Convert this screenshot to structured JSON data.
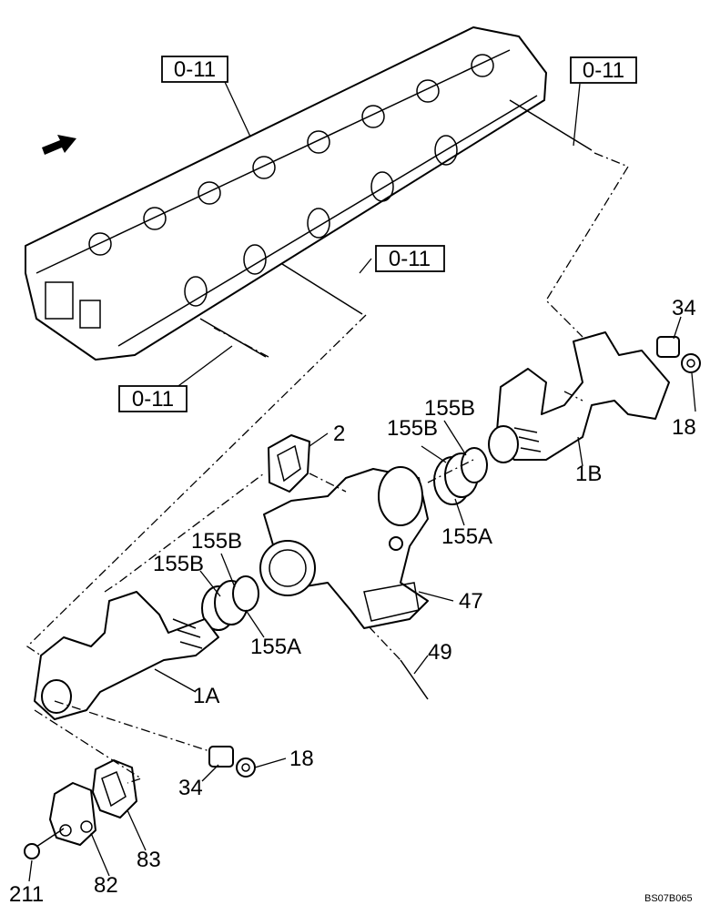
{
  "diagram": {
    "ref_labels": [
      "0-11",
      "0-11",
      "0-11",
      "0-11"
    ],
    "part_labels": {
      "p2": "2",
      "p34_top": "34",
      "p18_top": "18",
      "p155b_a": "155B",
      "p155b_b": "155B",
      "p155a_right": "155A",
      "p1b": "1B",
      "p155b_c": "155B",
      "p155b_d": "155B",
      "p155a_left": "155A",
      "p47": "47",
      "p49": "49",
      "p1a": "1A",
      "p18_bottom": "18",
      "p34_bottom": "34",
      "p83": "83",
      "p82": "82",
      "p211": "211"
    },
    "drawing_code": "BS07B065"
  }
}
